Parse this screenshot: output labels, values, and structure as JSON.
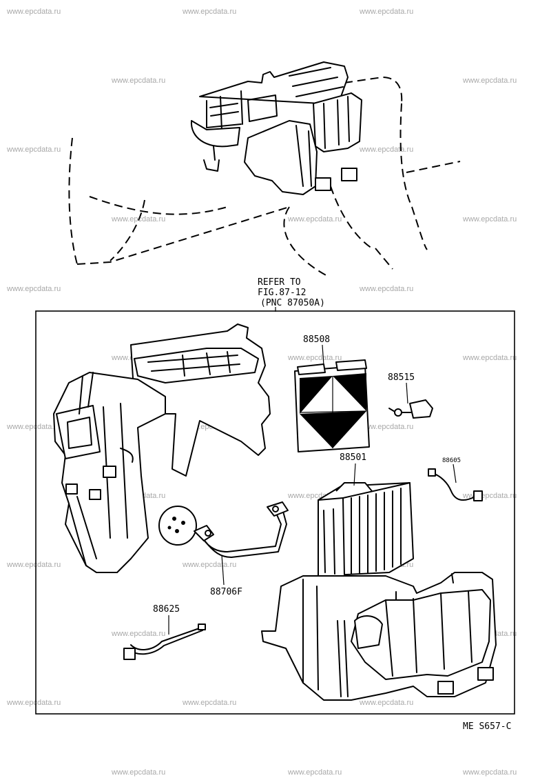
{
  "watermark": "www.epcdata.ru",
  "refer_note": {
    "line1": "REFER TO",
    "line2": "FIG.87-12",
    "line3": "(PNC 87050A)"
  },
  "parts": {
    "p88508": "88508",
    "p88515": "88515",
    "p88501": "88501",
    "p88605": "88605",
    "p88706F": "88706F",
    "p88625": "88625"
  },
  "figure_code": "ME S657-C"
}
